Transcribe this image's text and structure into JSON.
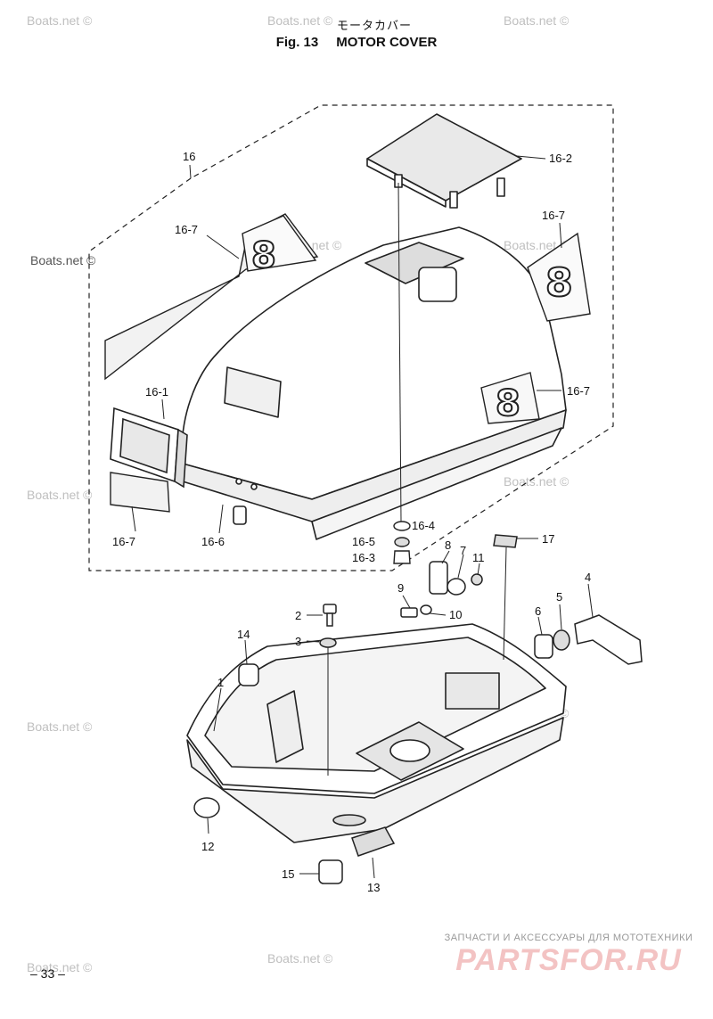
{
  "header": {
    "japanese_title": "モータカバー",
    "fig_label": "Fig. 13",
    "fig_title": "MOTOR COVER"
  },
  "watermark": "Boats.net ©",
  "watermark_side": "Boats.net ©",
  "part_labels": [
    "16",
    "16-2",
    "16-7",
    "16-7",
    "16-1",
    "16-7",
    "16-7",
    "16-6",
    "16-4",
    "16-5",
    "16-3",
    "17",
    "8",
    "7",
    "11",
    "9",
    "10",
    "4",
    "5",
    "6",
    "2",
    "3",
    "14",
    "1",
    "12",
    "15",
    "13"
  ],
  "footer": {
    "page_number": "– 33 –",
    "brand_tagline": "ЗАПЧАСТИ И АКСЕССУАРЫ ДЛЯ МОТОТЕХНИКИ",
    "brand_name": "PARTSFOR.RU"
  },
  "decal_glyph": "8"
}
